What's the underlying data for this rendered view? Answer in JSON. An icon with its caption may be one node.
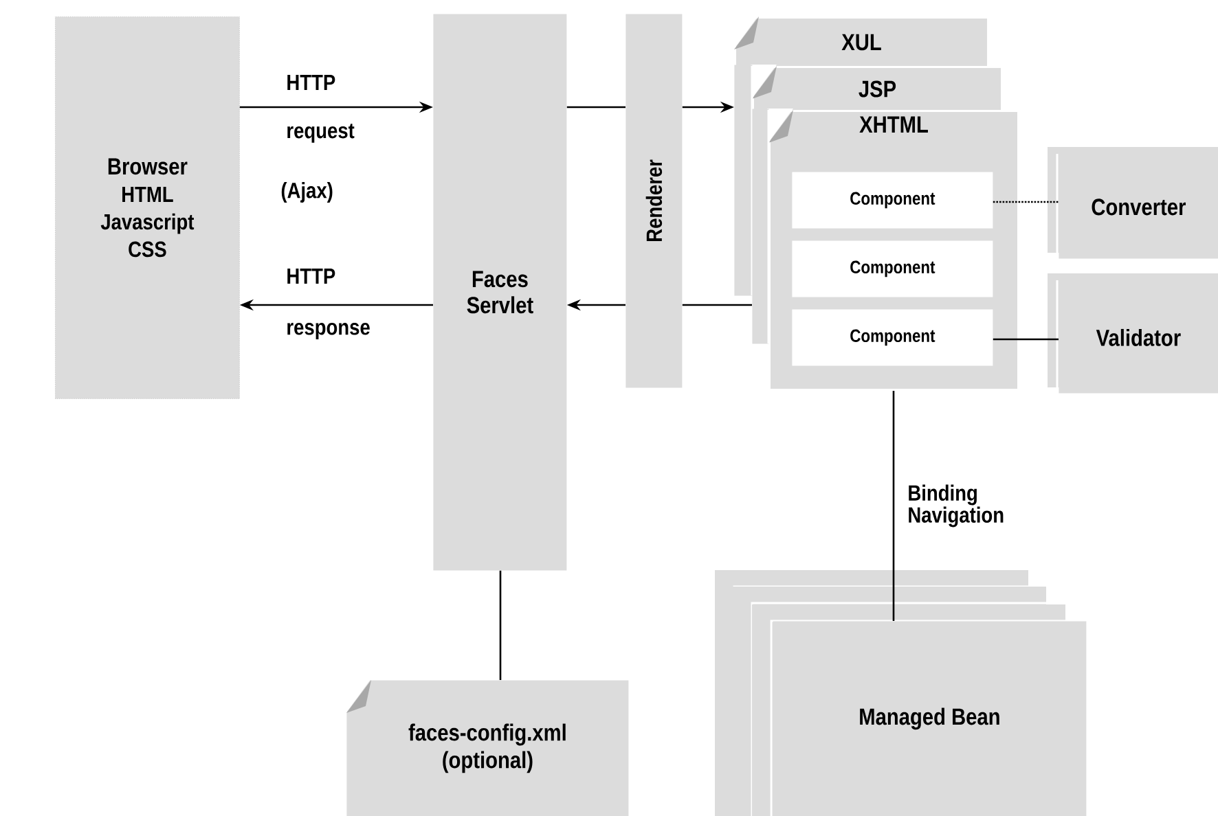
{
  "diagram": {
    "nodes": [
      {
        "text": [
          "Browser",
          "HTML Javascript CSS"
        ]
      },
      {
        "text": [
          "Faces Servlet"
        ]
      },
      {
        "text": [
          "Renderer"
        ]
      },
      {
        "text": [
          "XUL"
        ]
      },
      {
        "text": [
          "JSP"
        ]
      },
      {
        "text": [
          "XHTML"
        ]
      },
      {
        "text": [
          "Component"
        ],
        "in": 5
      },
      {
        "text": [
          "Component"
        ],
        "in": 5
      },
      {
        "text": [
          "Component"
        ],
        "in": 5
      },
      {
        "text": [
          "Converter"
        ]
      },
      {
        "text": [
          "Validator"
        ]
      },
      {
        "text": [
          "faces-config.xml (optional)"
        ]
      },
      {
        "text": [
          "Managed Bean"
        ]
      },
      {
        "text": [],
        "shape": "box"
      },
      {
        "text": [],
        "shape": "box"
      }
    ],
    "edges": [
      {
        "from": 0,
        "to": 1,
        "arrow": "to"
      },
      {
        "from": 1,
        "to": 2,
        "arrow": "none"
      },
      {
        "from": 2,
        "to": 13,
        "arrow": "to"
      },
      {
        "from": 14,
        "to": 2,
        "arrow": "none"
      },
      {
        "from": 2,
        "to": 1,
        "arrow": "to"
      },
      {
        "from": 1,
        "to": 0,
        "arrow": "to"
      },
      {
        "from": 6,
        "to": 9,
        "arrow": "none",
        "style": "dashed"
      },
      {
        "from": 8,
        "to": 10,
        "arrow": "none"
      },
      {
        "from": 5,
        "to": 12,
        "arrow": "none",
        "label": "Binding Navigation"
      },
      {
        "from": 1,
        "to": 11,
        "arrow": "none"
      }
    ],
    "labels": [
      "HTTP",
      "request",
      "(Ajax)",
      "HTTP",
      "response"
    ]
  }
}
